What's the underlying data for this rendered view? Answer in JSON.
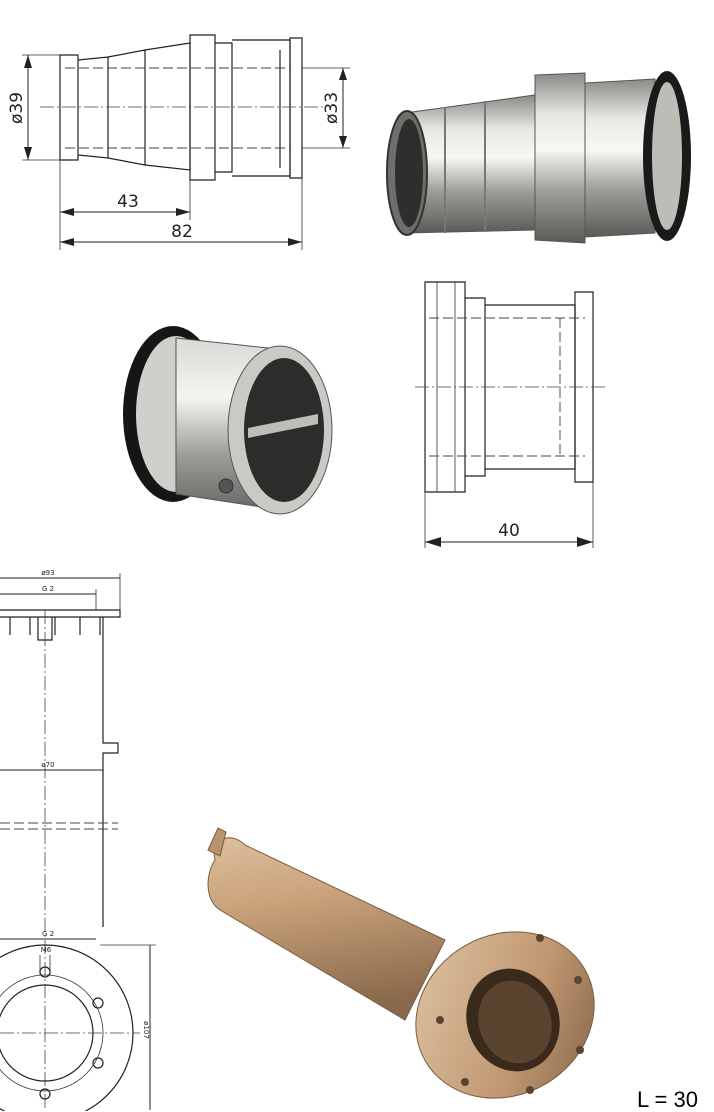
{
  "drawing_hose_connector": {
    "diameter_left": "ø39",
    "diameter_right": "ø33",
    "length_part": "43",
    "length_total": "82"
  },
  "drawing_adapter": {
    "length": "40"
  },
  "drawing_housing": {
    "diameter_top": "ø93",
    "thread_top": "G 2",
    "diameter_mid": "ø70",
    "thread_bottom": "G 2",
    "bolt_label": "M6",
    "bolt_circle": "ø107"
  },
  "length_label": "L = 30"
}
